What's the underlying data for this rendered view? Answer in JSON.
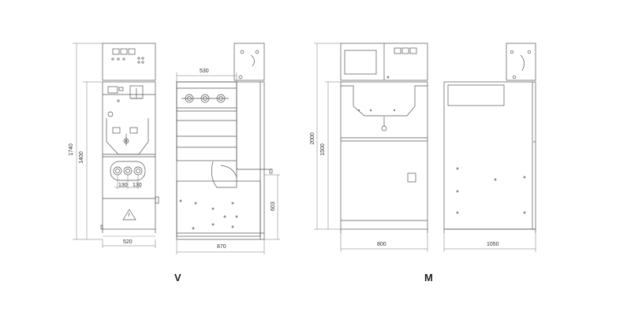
{
  "dimensions": {
    "v_front_total_height": "1740",
    "v_front_body_height": "1400",
    "v_front_width": "520",
    "v_busbar_spacing_1": "130",
    "v_busbar_spacing_2": "130",
    "v_side_top_width": "530",
    "v_side_depth": "870",
    "v_side_lower_height": "603",
    "m_front_total_height": "2000",
    "m_front_body_height": "1500",
    "m_front_width": "800",
    "m_side_depth": "1050"
  },
  "labels": {
    "v_title": "V",
    "m_title": "M"
  },
  "colors": {
    "line": "#555555",
    "dim_line": "#777777",
    "background": "#ffffff"
  }
}
